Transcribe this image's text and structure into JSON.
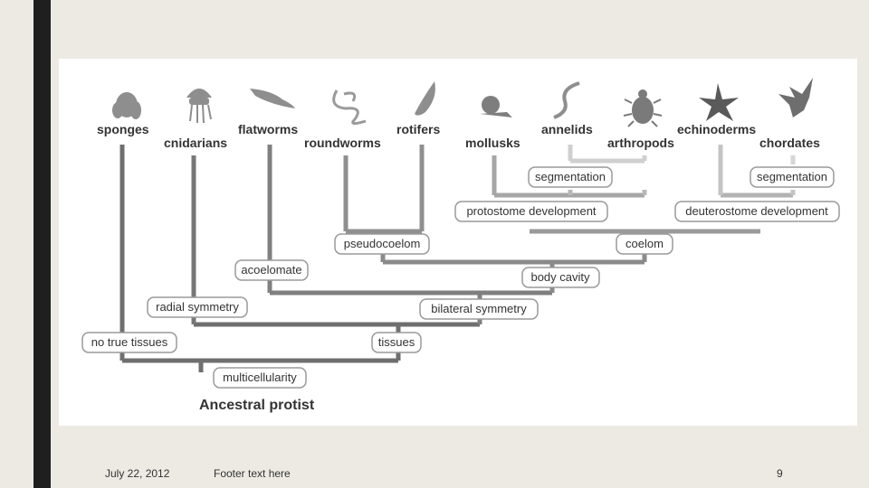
{
  "taxa": {
    "sponges": "sponges",
    "cnidarians": "cnidarians",
    "flatworms": "flatworms",
    "roundworms": "roundworms",
    "rotifers": "rotifers",
    "mollusks": "mollusks",
    "annelids": "annelids",
    "arthropods": "arthropods",
    "echinoderms": "echinoderms",
    "chordates": "chordates"
  },
  "traits": {
    "segmentation_protostome": "segmentation",
    "segmentation_deuterostome": "segmentation",
    "protostome_development": "protostome development",
    "deuterostome_development": "deuterostome development",
    "pseudocoelom": "pseudocoelom",
    "coelom": "coelom",
    "acoelomate": "acoelomate",
    "body_cavity": "body cavity",
    "radial_symmetry": "radial symmetry",
    "bilateral_symmetry": "bilateral symmetry",
    "no_true_tissues": "no true tissues",
    "tissues": "tissues",
    "multicellularity": "multicellularity"
  },
  "root": "Ancestral protist",
  "footer": {
    "date": "July 22, 2012",
    "text": "Footer text here",
    "page": "9"
  },
  "colors": {
    "background": "#eceae3",
    "sidebar": "#1f1f1f",
    "branch_dark": "#6f6f6f",
    "branch_mid": "#9a9a9a",
    "branch_light": "#cfcfcf"
  }
}
